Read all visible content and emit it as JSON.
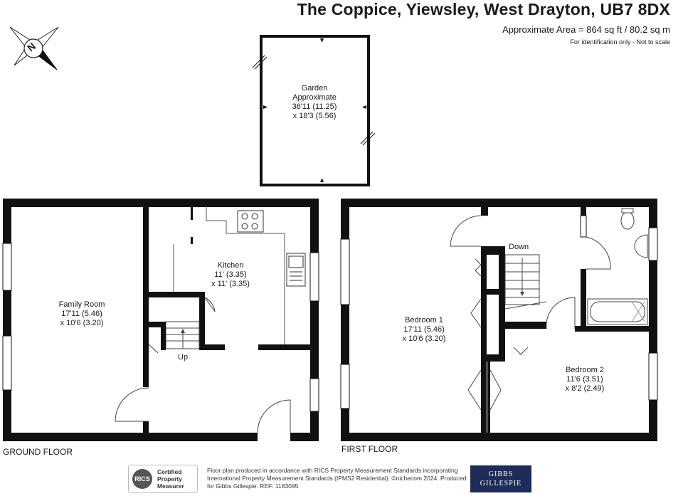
{
  "header": {
    "title": "The Coppice, Yiewsley, West Drayton, UB7 8DX",
    "area": "Approximate Area = 864 sq ft / 80.2 sq m",
    "note": "For identification only - Not to scale"
  },
  "compass": {
    "letter": "N",
    "icon": "compass-icon"
  },
  "garden": {
    "line1": "Garden",
    "line2": "Approximate",
    "line3": "36'11 (11.25)",
    "line4": "x 18'3 (5.56)"
  },
  "ground_floor": {
    "label": "GROUND FLOOR",
    "family_room": {
      "name": "Family Room",
      "dim1": "17'11 (5.46)",
      "dim2": "x 10'6 (3.20)"
    },
    "kitchen": {
      "name": "Kitchen",
      "dim1": "11' (3.35)",
      "dim2": "x 11' (3.35)"
    },
    "stairs": "Up"
  },
  "first_floor": {
    "label": "FIRST FLOOR",
    "bedroom1": {
      "name": "Bedroom 1",
      "dim1": "17'11 (5.46)",
      "dim2": "x 10'6 (3.20)"
    },
    "bedroom2": {
      "name": "Bedroom 2",
      "dim1": "11'6 (3.51)",
      "dim2": "x 8'2 (2.49)"
    },
    "stairs": "Down"
  },
  "footer": {
    "rics_seal": "RICS",
    "rics_line1": "Certified",
    "rics_line2": "Property",
    "rics_line3": "Measurer",
    "text": "Floor plan produced in accordance with RICS Property Measurement Standards incorporating International Property Measurement Standards (IPMS2 Residential). ©nichecom 2024. Produced for Gibbs Gillespie.  REF: 1183095",
    "brand_line1": "GIBBS",
    "brand_line2": "GILLESPIE"
  },
  "colors": {
    "wall": "#111111",
    "brand": "#1f2b58"
  }
}
